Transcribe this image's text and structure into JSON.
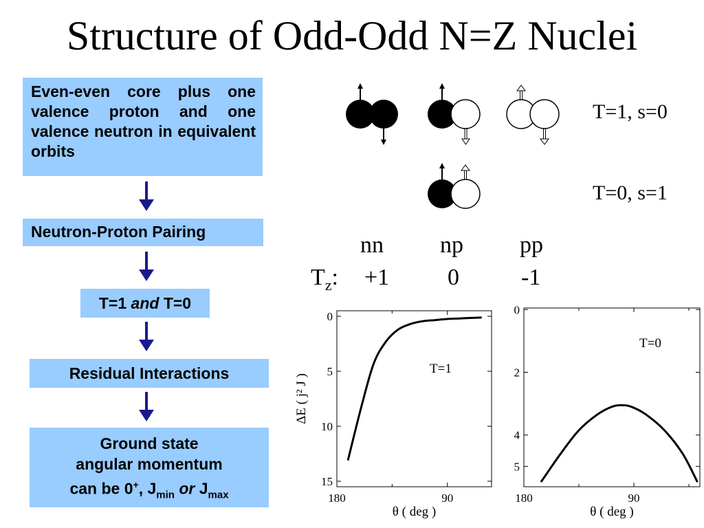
{
  "title": "Structure of Odd-Odd N=Z Nuclei",
  "flow": {
    "box1": "Even-even core plus one valence proton and one valence neutron in equivalent orbits",
    "box2": "Neutron-Proton Pairing",
    "box3": {
      "pre": "T=1 ",
      "em": "and",
      "post": " T=0"
    },
    "box4": "Residual Interactions",
    "box5": {
      "line1": "Ground state",
      "line2": "angular momentum",
      "line3_pre": "can be 0",
      "line3_sup": "+",
      "line3_mid": ", J",
      "jmin_sub": "min",
      "or": "or",
      "jmax_j": "J",
      "jmax_sub": "max"
    }
  },
  "pairs": {
    "t1_label": "T=1, s=0",
    "t0_label": "T=0, s=1"
  },
  "tz": {
    "labels": [
      "nn",
      "np",
      "pp"
    ],
    "prefix": "T",
    "prefix_sub": "z",
    "colon": ":",
    "values": [
      "+1",
      "0",
      "-1"
    ]
  },
  "colors": {
    "box": "#99ccff",
    "arrow": "#1a1a8c"
  },
  "chart_data": [
    {
      "type": "line",
      "x": [
        171,
        160,
        150,
        140,
        130,
        120,
        110,
        100,
        90,
        80,
        70,
        62
      ],
      "y": [
        13.1,
        8.2,
        4.3,
        2.3,
        1.2,
        0.7,
        0.45,
        0.35,
        0.25,
        0.2,
        0.15,
        0.12
      ],
      "annotation": "T=1",
      "xlabel": "θ ( deg )",
      "ylabel": "ΔE ( j² J )",
      "xlim": [
        180,
        54
      ],
      "ylim": [
        15.5,
        -0.5
      ],
      "xticks": [
        "180",
        "90"
      ],
      "yticks": [
        "0",
        "5",
        "10",
        "15"
      ],
      "grid": false
    },
    {
      "type": "line",
      "x": [
        166,
        150,
        135,
        120,
        108,
        100,
        92,
        80,
        65,
        50,
        38
      ],
      "y": [
        5.5,
        4.6,
        3.85,
        3.35,
        3.1,
        3.05,
        3.1,
        3.35,
        3.85,
        4.6,
        5.5
      ],
      "annotation": "T=0",
      "xlabel": "θ ( deg )",
      "xlim": [
        180,
        36
      ],
      "ylim": [
        5.65,
        -0.05
      ],
      "xticks": [
        "180",
        "90"
      ],
      "yticks": [
        "0",
        "2",
        "4",
        "5"
      ],
      "grid": false
    }
  ]
}
